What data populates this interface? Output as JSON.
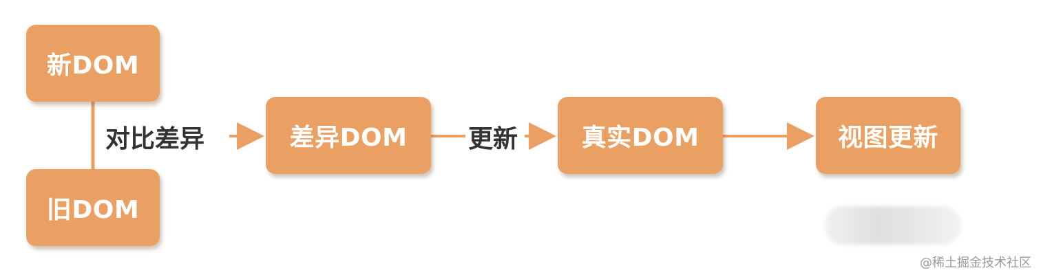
{
  "nodes": {
    "new_dom": "新DOM",
    "old_dom": "旧DOM",
    "diff_dom": "差异DOM",
    "real_dom": "真实DOM",
    "view_update": "视图更新"
  },
  "edge_labels": {
    "compare": "对比差异",
    "update": "更新"
  },
  "watermark": "@稀土掘金技术社区",
  "colors": {
    "node_fill": "#eba063",
    "arrow": "#eba063",
    "label_text": "#333333"
  }
}
